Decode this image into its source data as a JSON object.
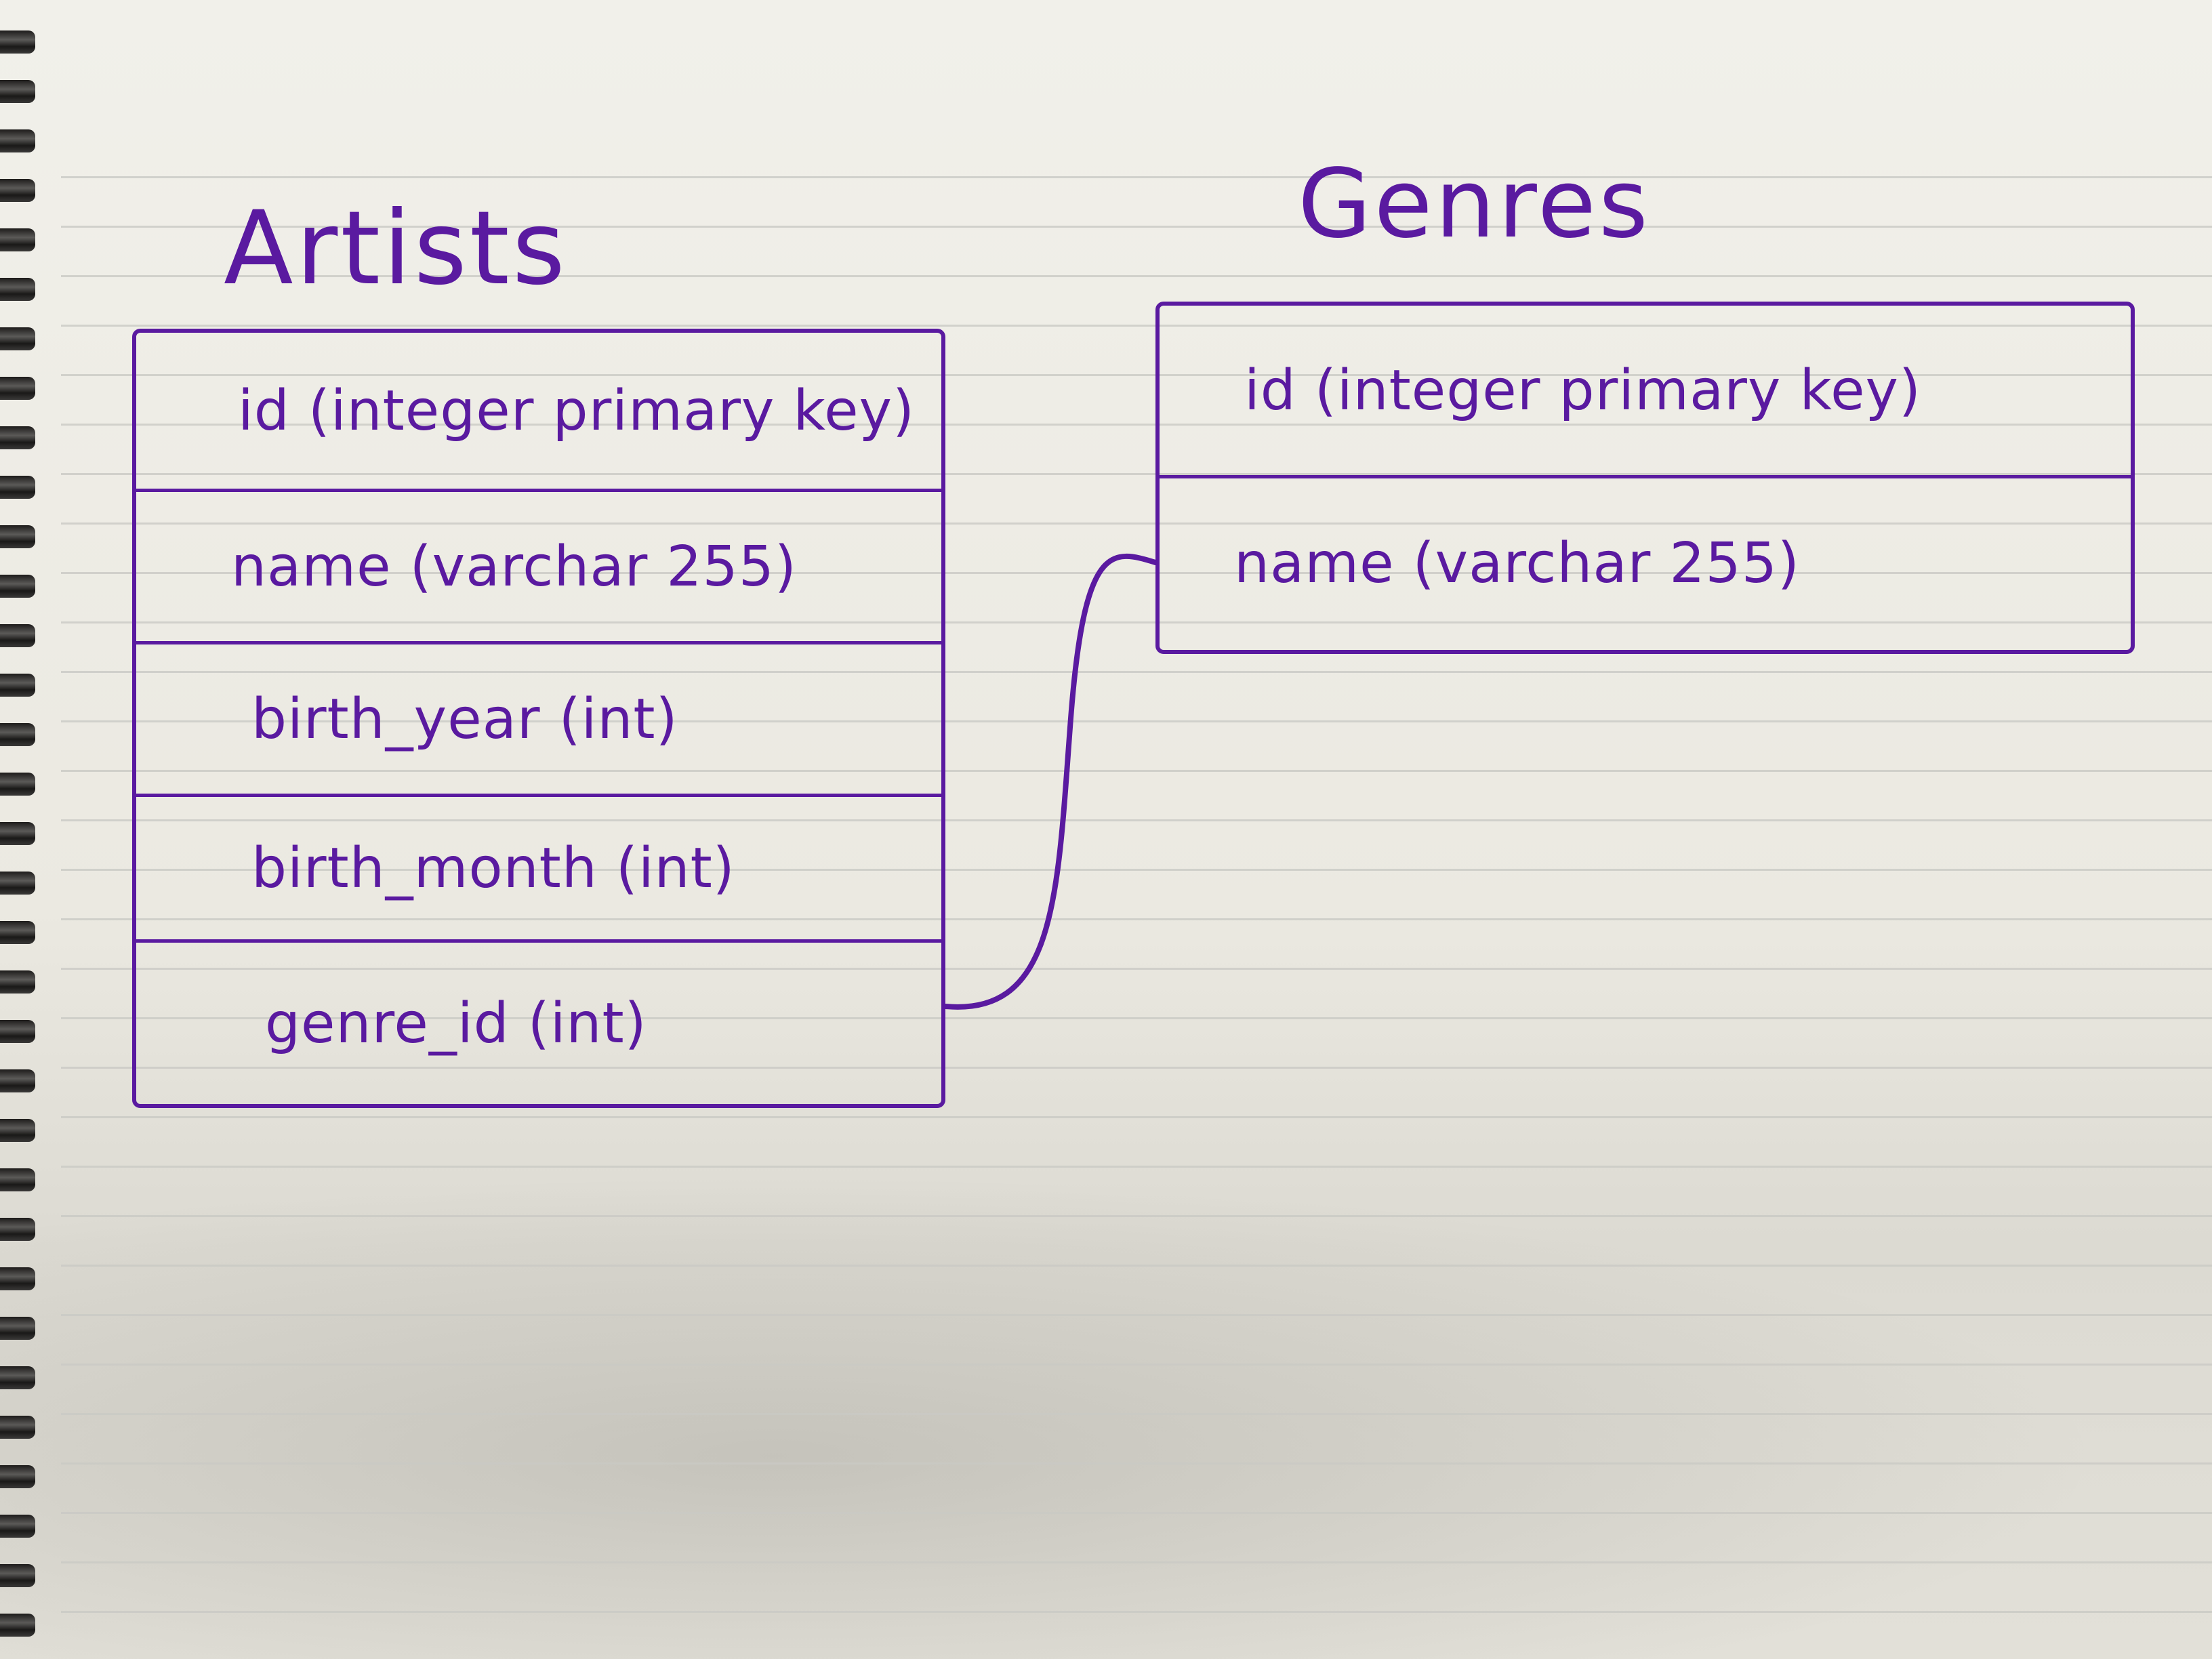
{
  "diagram": {
    "artists": {
      "title": "Artists",
      "fields": [
        "id (integer primary key)",
        "name (varchar 255)",
        "birth_year (int)",
        "birth_month (int)",
        "genre_id (int)"
      ]
    },
    "genres": {
      "title": "Genres",
      "fields": [
        "id (integer primary key)",
        "name (varchar 255)"
      ]
    },
    "relationship": {
      "from": "genre_id (int)",
      "to": "name (varchar 255)"
    },
    "colors": {
      "ink": "#5a1aa0",
      "paper": "#ecebe3",
      "rule_lines": "#c9c9c4"
    }
  }
}
